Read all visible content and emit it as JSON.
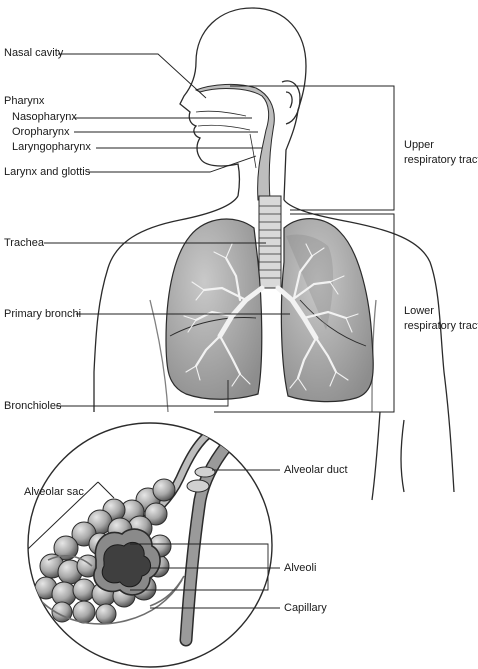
{
  "labels": {
    "nasal_cavity": "Nasal cavity",
    "pharynx": "Pharynx",
    "nasopharynx": "Nasopharynx",
    "oropharynx": "Oropharynx",
    "laryngopharynx": "Laryngopharynx",
    "larynx_glottis": "Larynx and glottis",
    "trachea": "Trachea",
    "primary_bronchi": "Primary bronchi",
    "bronchioles": "Bronchioles",
    "alveolar_sac": "Alveolar sac",
    "alveolar_duct": "Alveolar duct",
    "alveoli": "Alveoli",
    "capillary": "Capillary",
    "upper_tract_line1": "Upper",
    "upper_tract_line2": "respiratory tract",
    "lower_tract_line1": "Lower",
    "lower_tract_line2": "respiratory tract"
  },
  "colors": {
    "outline": "#2b2b2b",
    "airway_fill": "#bdbdbd",
    "lung_fill": "#9e9e9e",
    "lung_dark": "#7a7a7a",
    "alveoli_fill": "#9a9a9a",
    "alveoli_dark": "#4a4a4a",
    "leader_line": "#222222"
  }
}
